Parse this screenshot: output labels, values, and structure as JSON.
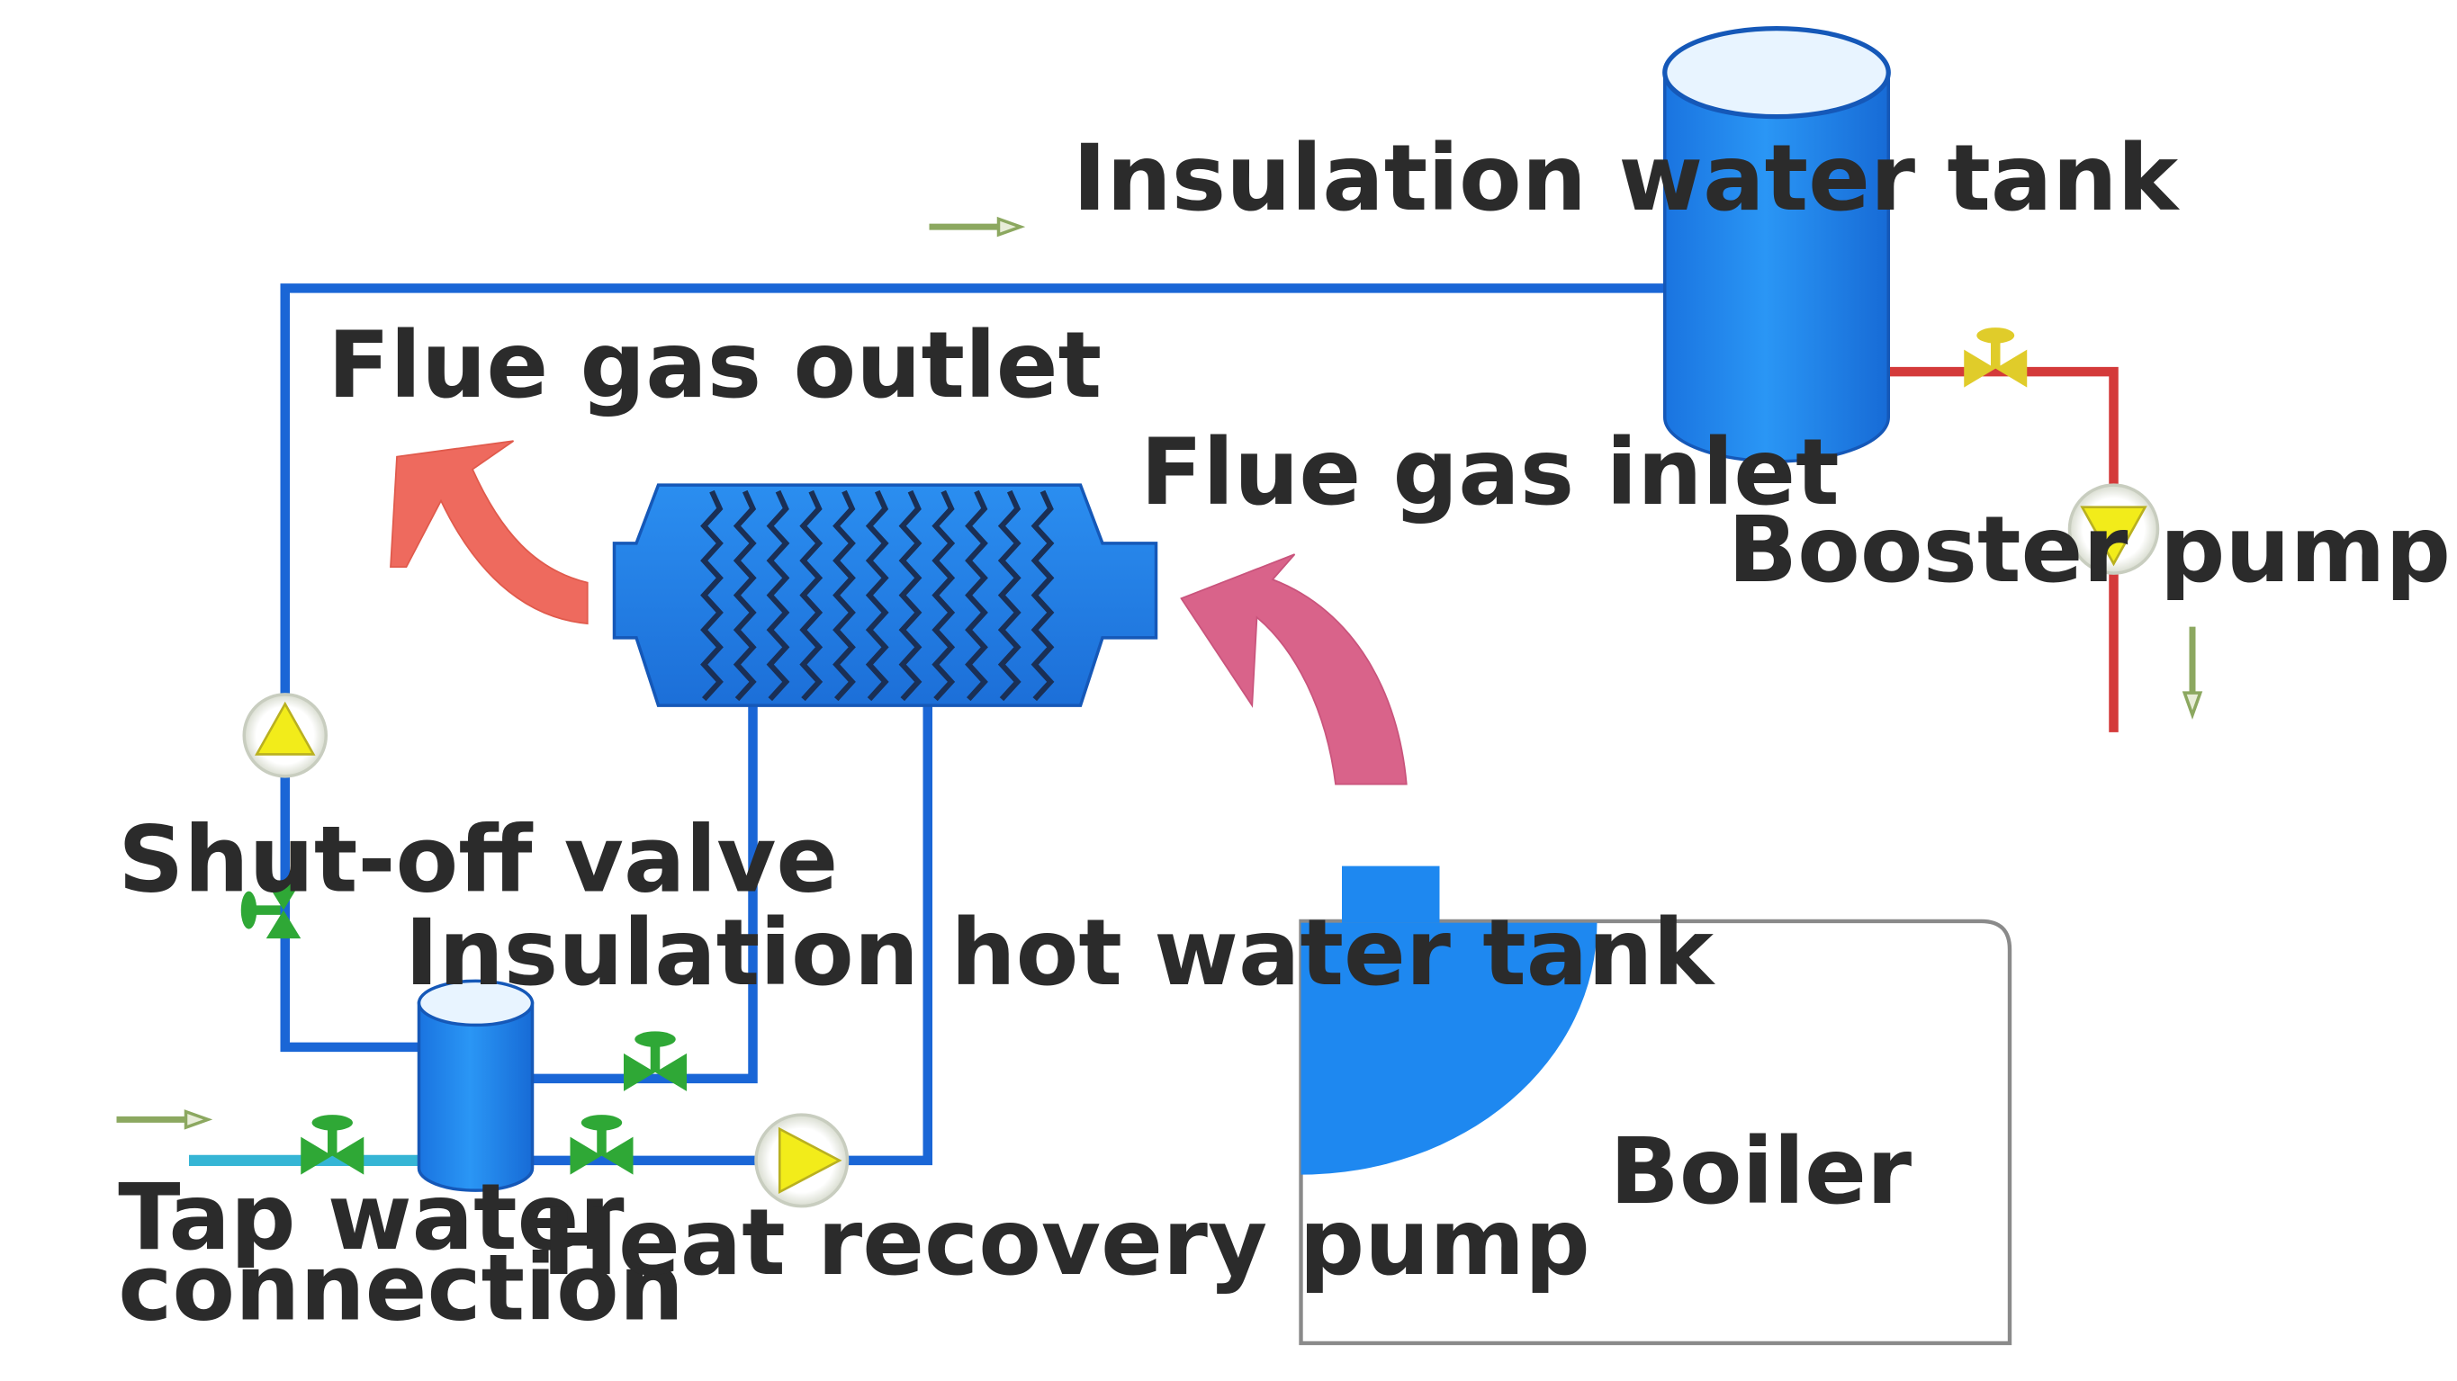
{
  "labels": {
    "insulation_water_tank": "Insulation water tank",
    "flue_gas_outlet": "Flue gas outlet",
    "flue_gas_inlet": "Flue gas inlet",
    "booster_pump": "Booster pump",
    "shut_off_valve": "Shut-off valve",
    "insulation_hot_water_tank": "Insulation hot water tank",
    "tap_water_line1": "Tap water",
    "tap_water_line2": "connection",
    "heat_recovery_pump": "Heat recovery pump",
    "boiler": "Boiler"
  },
  "colors": {
    "pipe_blue": "#1a66d6",
    "tank_blue": "#1e88f0",
    "hot_pipe_red": "#d43a3a",
    "tap_pipe_cyan": "#35b5d5",
    "valve_green": "#2fa836",
    "valve_yellow": "#e0cc2a",
    "pump_yellow": "#f2ec1a",
    "outlet_arrow": "#ee6a5e",
    "inlet_arrow": "#d9638a",
    "flow_arrow": "#8ca860"
  },
  "icons": [
    "flow-arrow-icon",
    "gate-valve-icon",
    "pump-icon",
    "heat-exchanger-icon",
    "tank-icon",
    "boiler-icon"
  ]
}
